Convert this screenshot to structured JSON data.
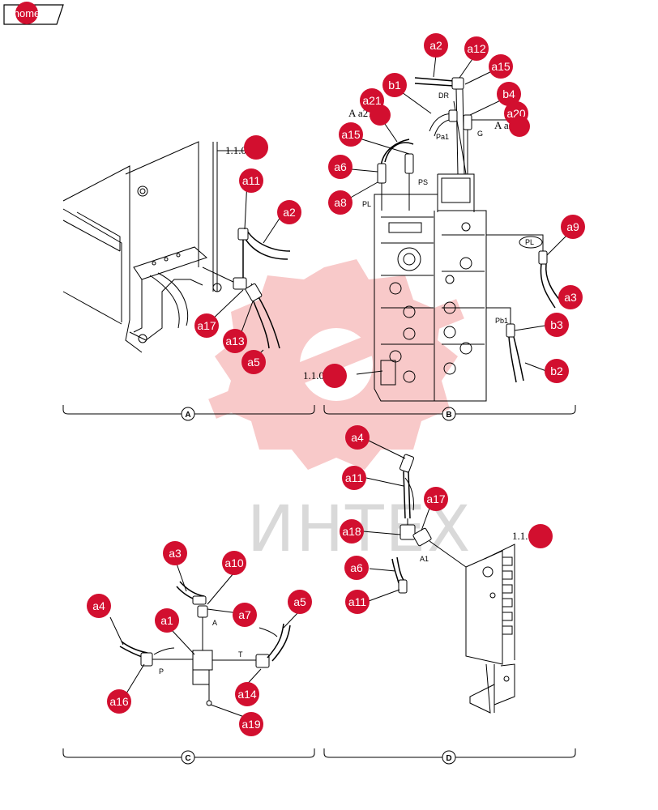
{
  "nav": {
    "home_label": "home"
  },
  "colors": {
    "bubble": "#d20f2f",
    "watermark_gear": "#f7c0c0",
    "watermark_text": "#d9d9d9"
  },
  "watermark": {
    "text": "ИНТЕХ"
  },
  "sections": [
    {
      "id": "A",
      "label": "A"
    },
    {
      "id": "B",
      "label": "B"
    },
    {
      "id": "C",
      "label": "C"
    },
    {
      "id": "D",
      "label": "D"
    }
  ],
  "references": {
    "ref_1020": "1.1.020.0",
    "ref_1050": "1.1.050.0",
    "ref_1080": "1.1.080.0",
    "ref_a21": "A a21-1",
    "ref_a20": "A a20-1"
  },
  "port_labels": {
    "dr": "DR",
    "pa1": "Pa1",
    "g": "G",
    "ps": "PS",
    "pl": "PL",
    "pl_circle": "PL",
    "pb1": "Pb1",
    "a": "A",
    "t": "T",
    "p": "P",
    "a1": "A1"
  },
  "callouts": {
    "a_a11": "a11",
    "a_a2": "a2",
    "a_a17": "a17",
    "a_a13": "a13",
    "a_a5": "a5",
    "b_a2": "a2",
    "b_a12": "a12",
    "b_a15top": "a15",
    "b_b1": "b1",
    "b_b4": "b4",
    "b_a21": "a21",
    "b_a20": "a20",
    "b_a15": "a15",
    "b_a6": "a6",
    "b_a8": "a8",
    "b_a9": "a9",
    "b_a3": "a3",
    "b_b3": "b3",
    "b_b2": "b2",
    "c_a3": "a3",
    "c_a10": "a10",
    "c_a7": "a7",
    "c_a4": "a4",
    "c_a1": "a1",
    "c_a5": "a5",
    "c_a16": "a16",
    "c_a14": "a14",
    "c_a19": "a19",
    "d_a4": "a4",
    "d_a11": "a11",
    "d_a17": "a17",
    "d_a18": "a18",
    "d_a6": "a6",
    "d_a11b": "a11"
  }
}
